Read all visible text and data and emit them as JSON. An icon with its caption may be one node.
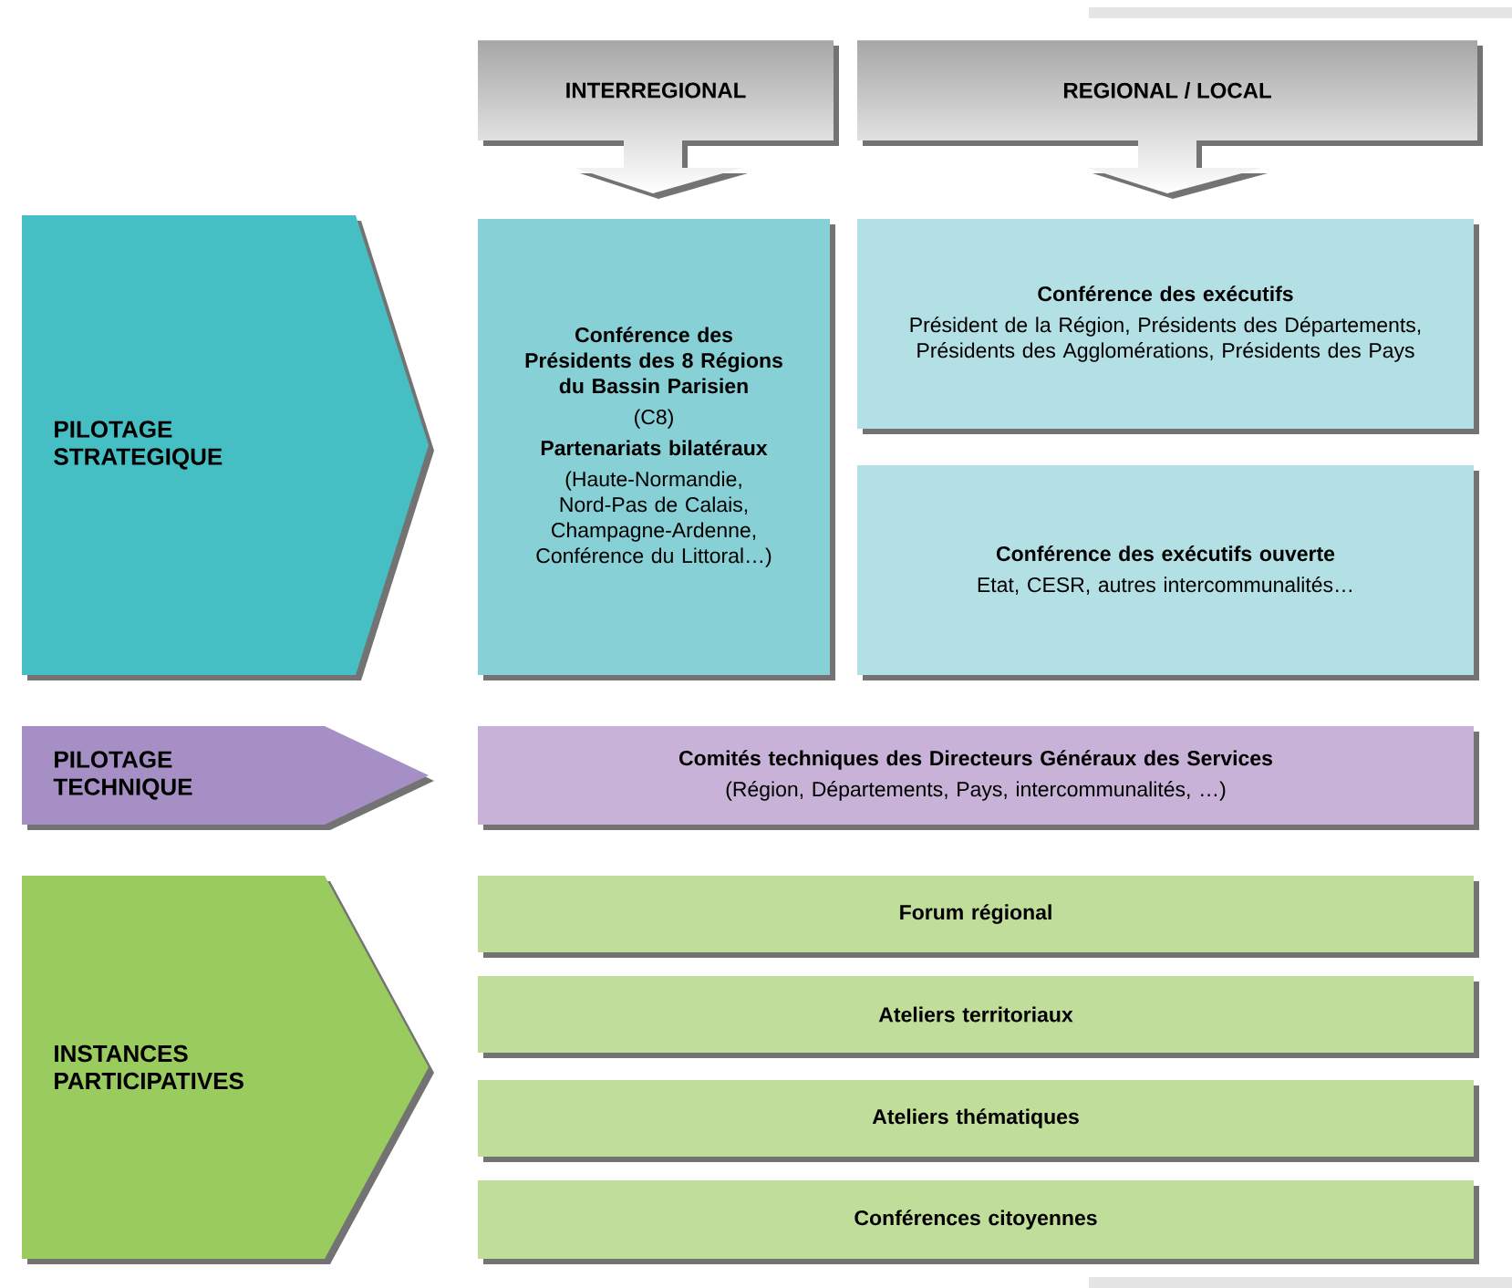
{
  "diagram": {
    "nodes": [
      {
        "text": [
          "INTERREGIONAL"
        ]
      },
      {
        "text": [
          "REGIONAL / LOCAL"
        ]
      },
      {
        "text": [
          "PILOTAGE STRATEGIQUE"
        ]
      },
      {
        "text": [
          "Conférence des Présidents des 8 Régions du Bassin Parisien",
          "(C8)",
          "Partenariats bilatéraux",
          "(Haute-Normandie, Nord-Pas de Calais, Champagne-Ardenne, Conférence du Littoral…)"
        ]
      },
      {
        "text": [
          "Conférence des exécutifs",
          "Président de la Région, Présidents des Départements, Présidents des Agglomérations, Présidents des Pays"
        ]
      },
      {
        "text": [
          "Conférence des exécutifs ouverte",
          "Etat, CESR, autres intercommunalités…"
        ]
      },
      {
        "text": [
          "PILOTAGE TECHNIQUE"
        ]
      },
      {
        "text": [
          "Comités techniques des Directeurs Généraux des Services",
          "(Région, Départements, Pays, intercommunalités, …)"
        ]
      },
      {
        "text": [
          "INSTANCES PARTICIPATIVES"
        ]
      },
      {
        "text": [
          "Forum régional"
        ]
      },
      {
        "text": [
          "Ateliers territoriaux"
        ]
      },
      {
        "text": [
          "Ateliers thématiques"
        ]
      },
      {
        "text": [
          "Conférences citoyennes"
        ]
      }
    ]
  }
}
